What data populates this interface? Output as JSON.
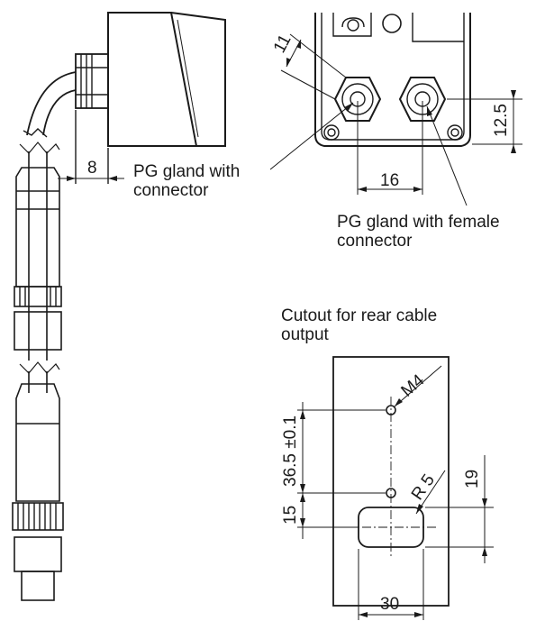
{
  "callouts": {
    "pg_gland_connector": [
      "PG gland with",
      "connector"
    ],
    "pg_gland_female": [
      "PG gland with female",
      "connector"
    ],
    "cutout_title": [
      "Cutout for rear cable",
      "output"
    ]
  },
  "dimensions": {
    "side_offset": "8",
    "nut_width": "11",
    "gland_height": "12.5",
    "gland_spacing": "16",
    "thread": "M4",
    "hole_spacing": "36.5 ±0.1",
    "lower_offset": "15",
    "corner_radius": "R 5",
    "cutout_height": "19",
    "cutout_width": "30"
  },
  "colors": {
    "line": "#1a1a1a",
    "fill": "#ffffff"
  }
}
